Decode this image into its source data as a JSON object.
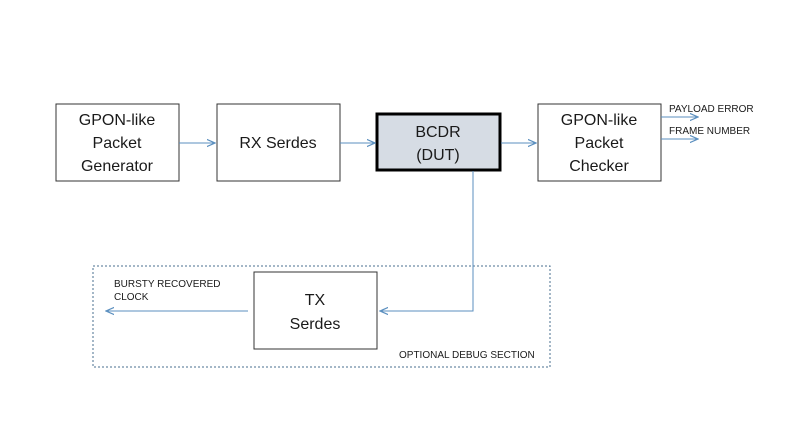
{
  "colors": {
    "arrow": "#5b8fbf",
    "box_border": "#333333",
    "dut_fill": "#d6dce4",
    "dut_border": "#000000",
    "debug_border": "#4a6f8f"
  },
  "blocks": {
    "generator": {
      "line1": "GPON-like",
      "line2": "Packet",
      "line3": "Generator"
    },
    "rx_serdes": {
      "line1": "RX Serdes"
    },
    "bcdr": {
      "line1": "BCDR",
      "line2": "(DUT)"
    },
    "checker": {
      "line1": "GPON-like",
      "line2": "Packet",
      "line3": "Checker"
    },
    "tx_serdes": {
      "line1": "TX",
      "line2": "Serdes"
    }
  },
  "signals": {
    "payload_error": "PAYLOAD ERROR",
    "frame_number": "FRAME NUMBER",
    "recovered_clock_line1": "BURSTY RECOVERED",
    "recovered_clock_line2": "CLOCK"
  },
  "debug_section": {
    "label": "OPTIONAL DEBUG SECTION"
  }
}
